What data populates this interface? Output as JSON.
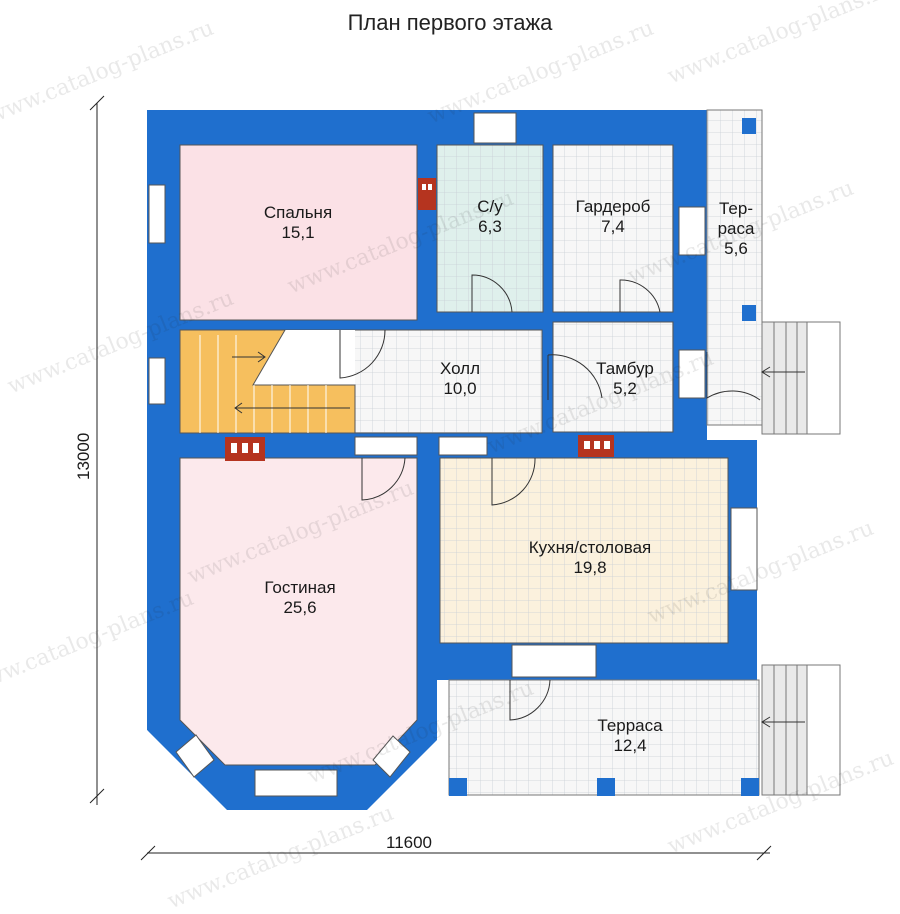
{
  "title": "План первого этажа",
  "watermark": "www.catalog-plans.ru",
  "dimensions": {
    "width_label": "11600",
    "height_label": "13000"
  },
  "colors": {
    "wall": "#1f6fce",
    "bedroom": "#fbe1e6",
    "living": "#fce9ec",
    "bath": "#dff0ec",
    "kitchen": "#fbf1dd",
    "stairs": "#f6bf5e",
    "tile": "#f6f6f6",
    "grid": "#c9cfd6"
  },
  "rooms": {
    "bedroom": {
      "name": "Спальня",
      "area": "15,1"
    },
    "bathroom": {
      "name": "С/у",
      "area": "6,3"
    },
    "wardrobe": {
      "name": "Гардероб",
      "area": "7,4"
    },
    "terrace_small": {
      "name_line1": "Тер-",
      "name_line2": "раса",
      "area": "5,6"
    },
    "hall": {
      "name": "Холл",
      "area": "10,0"
    },
    "vestibule": {
      "name": "Тамбур",
      "area": "5,2"
    },
    "kitchen": {
      "name": "Кухня/столовая",
      "area": "19,8"
    },
    "living": {
      "name": "Гостиная",
      "area": "25,6"
    },
    "terrace_large": {
      "name": "Терраса",
      "area": "12,4"
    }
  }
}
